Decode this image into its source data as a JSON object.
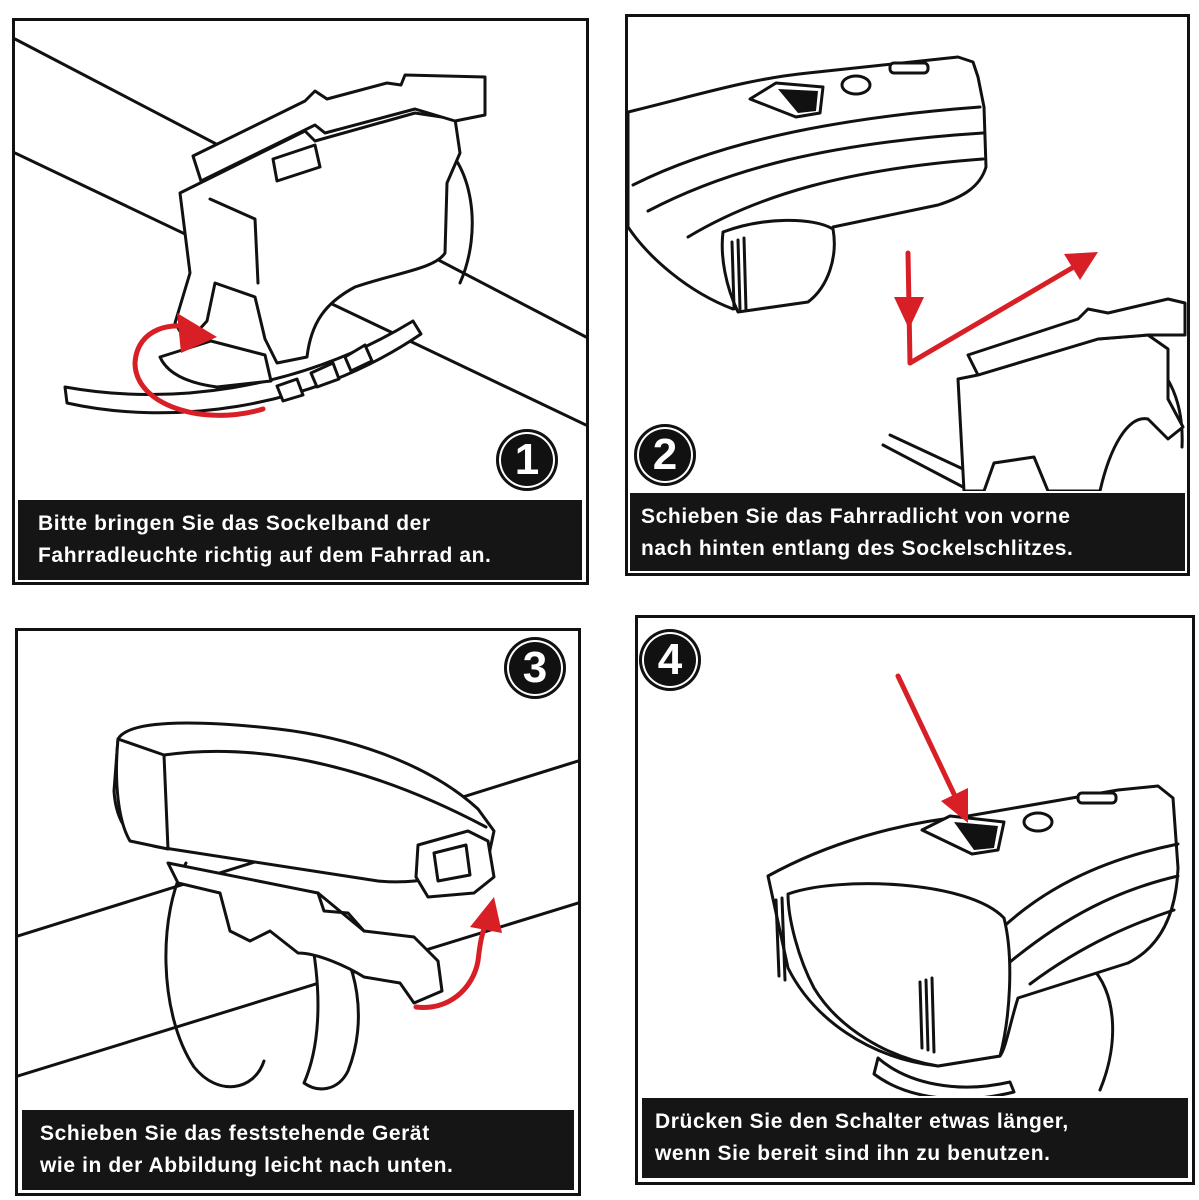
{
  "panels": [
    {
      "step": "1",
      "caption": [
        "Bitte bringen Sie das Sockelband der",
        "Fahrradleuchte richtig auf dem Fahrrad an."
      ]
    },
    {
      "step": "2",
      "caption": [
        "Schieben Sie das Fahrradlicht von vorne",
        "nach hinten entlang des Sockelschlitzes."
      ]
    },
    {
      "step": "3",
      "caption": [
        "Schieben Sie das feststehende Gerät",
        "wie in der Abbildung leicht nach unten."
      ]
    },
    {
      "step": "4",
      "caption": [
        "Drücken Sie den Schalter etwas länger,",
        "wenn Sie bereit sind ihn zu benutzen."
      ]
    }
  ],
  "colors": {
    "arrow": "#d81f26",
    "caption_background": "#151515",
    "caption_text": "#ffffff",
    "line_art": "#111111",
    "badge": "#111111"
  }
}
